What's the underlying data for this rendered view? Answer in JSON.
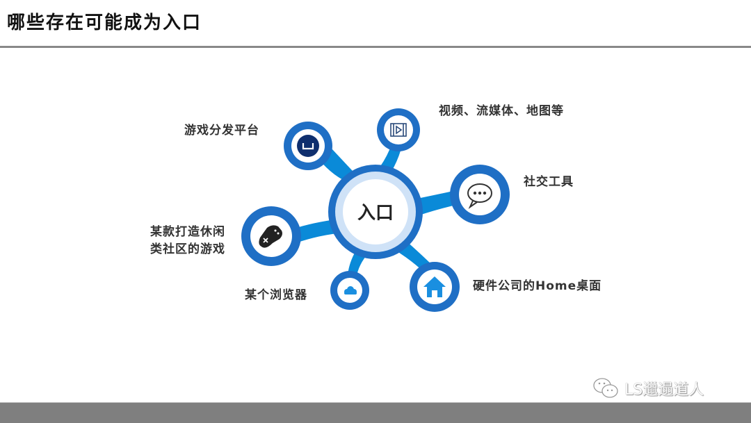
{
  "slide": {
    "title": "哪些存在可能成为入口",
    "colors": {
      "ring": "#1f6fc5",
      "connector": "#0a8ad8",
      "center_inner_ring": "#cfe2f7",
      "label_text": "#333333",
      "footer_bar": "#7f7f7f"
    }
  },
  "diagram": {
    "center": {
      "label": "入口"
    },
    "nodes": [
      {
        "id": "game-platform",
        "label": "游戏分发平台",
        "icon": "game-platform-icon"
      },
      {
        "id": "video",
        "label": "视频、流媒体、地图等",
        "icon": "video-film-icon"
      },
      {
        "id": "social",
        "label": "社交工具",
        "icon": "chat-bubble-icon"
      },
      {
        "id": "casual-game",
        "label_lines": [
          "某款打造休闲",
          "类社区的游戏"
        ],
        "icon": "gamepad-icon"
      },
      {
        "id": "browser",
        "label": "某个浏览器",
        "icon": "cloud-icon"
      },
      {
        "id": "home",
        "label": "硬件公司的Home桌面",
        "icon": "home-icon"
      }
    ]
  },
  "watermark": {
    "text": "LS邋遢道人",
    "icon": "wechat-icon"
  }
}
